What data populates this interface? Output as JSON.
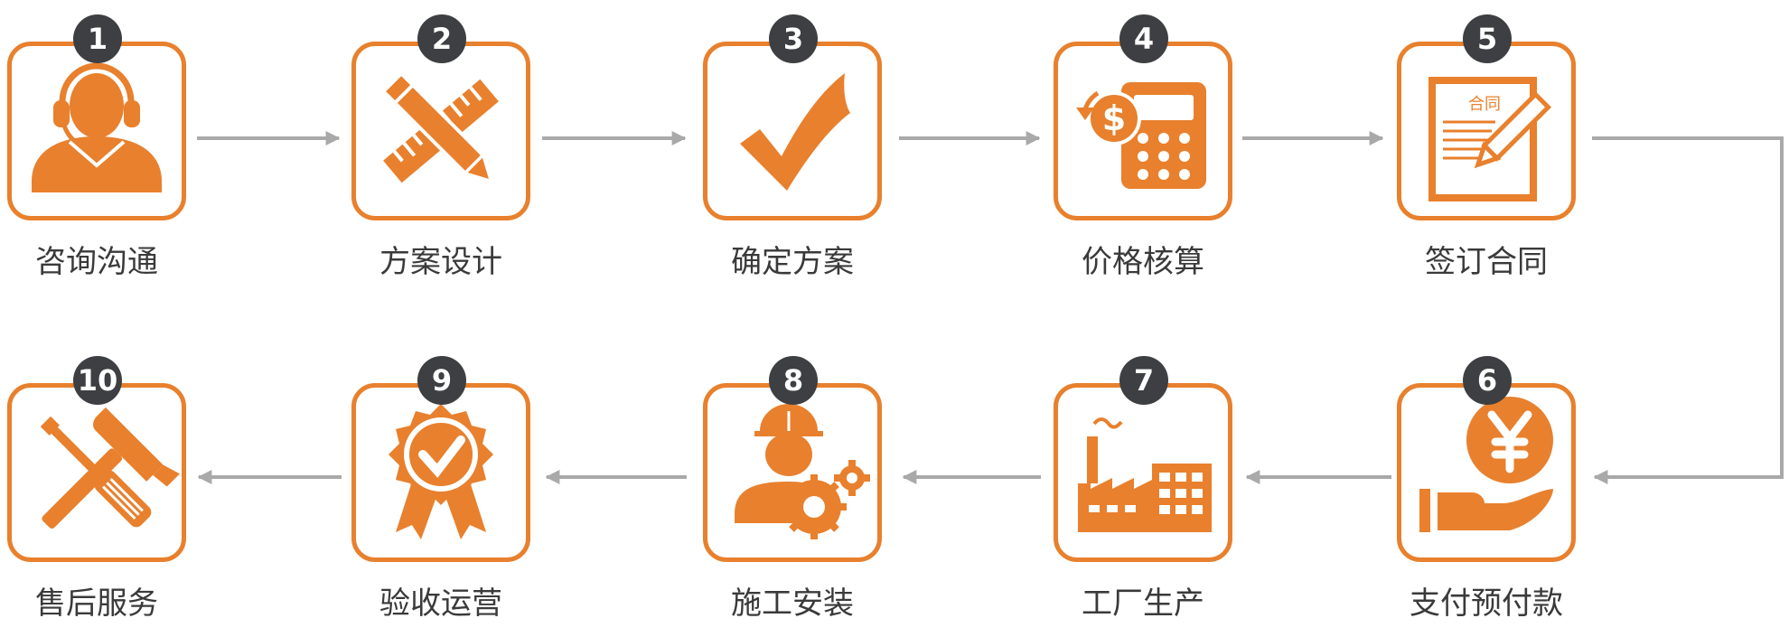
{
  "accent_color": "#e8802d",
  "badge_color": "#3d3f42",
  "arrow_color": "#a9a9a9",
  "steps": [
    {
      "number": "1",
      "label": "咨询沟通",
      "icon": "customer-service-headset-icon"
    },
    {
      "number": "2",
      "label": "方案设计",
      "icon": "pencil-ruler-icon"
    },
    {
      "number": "3",
      "label": "确定方案",
      "icon": "checkmark-icon"
    },
    {
      "number": "4",
      "label": "价格核算",
      "icon": "calculator-dollar-icon"
    },
    {
      "number": "5",
      "label": "签订合同",
      "icon": "contract-document-icon",
      "icon_text": "合同"
    },
    {
      "number": "6",
      "label": "支付预付款",
      "icon": "hand-yen-coin-icon"
    },
    {
      "number": "7",
      "label": "工厂生产",
      "icon": "factory-icon"
    },
    {
      "number": "8",
      "label": "施工安装",
      "icon": "worker-gears-icon"
    },
    {
      "number": "9",
      "label": "验收运营",
      "icon": "approval-badge-icon"
    },
    {
      "number": "10",
      "label": "售后服务",
      "icon": "hammer-screwdriver-icon"
    }
  ]
}
